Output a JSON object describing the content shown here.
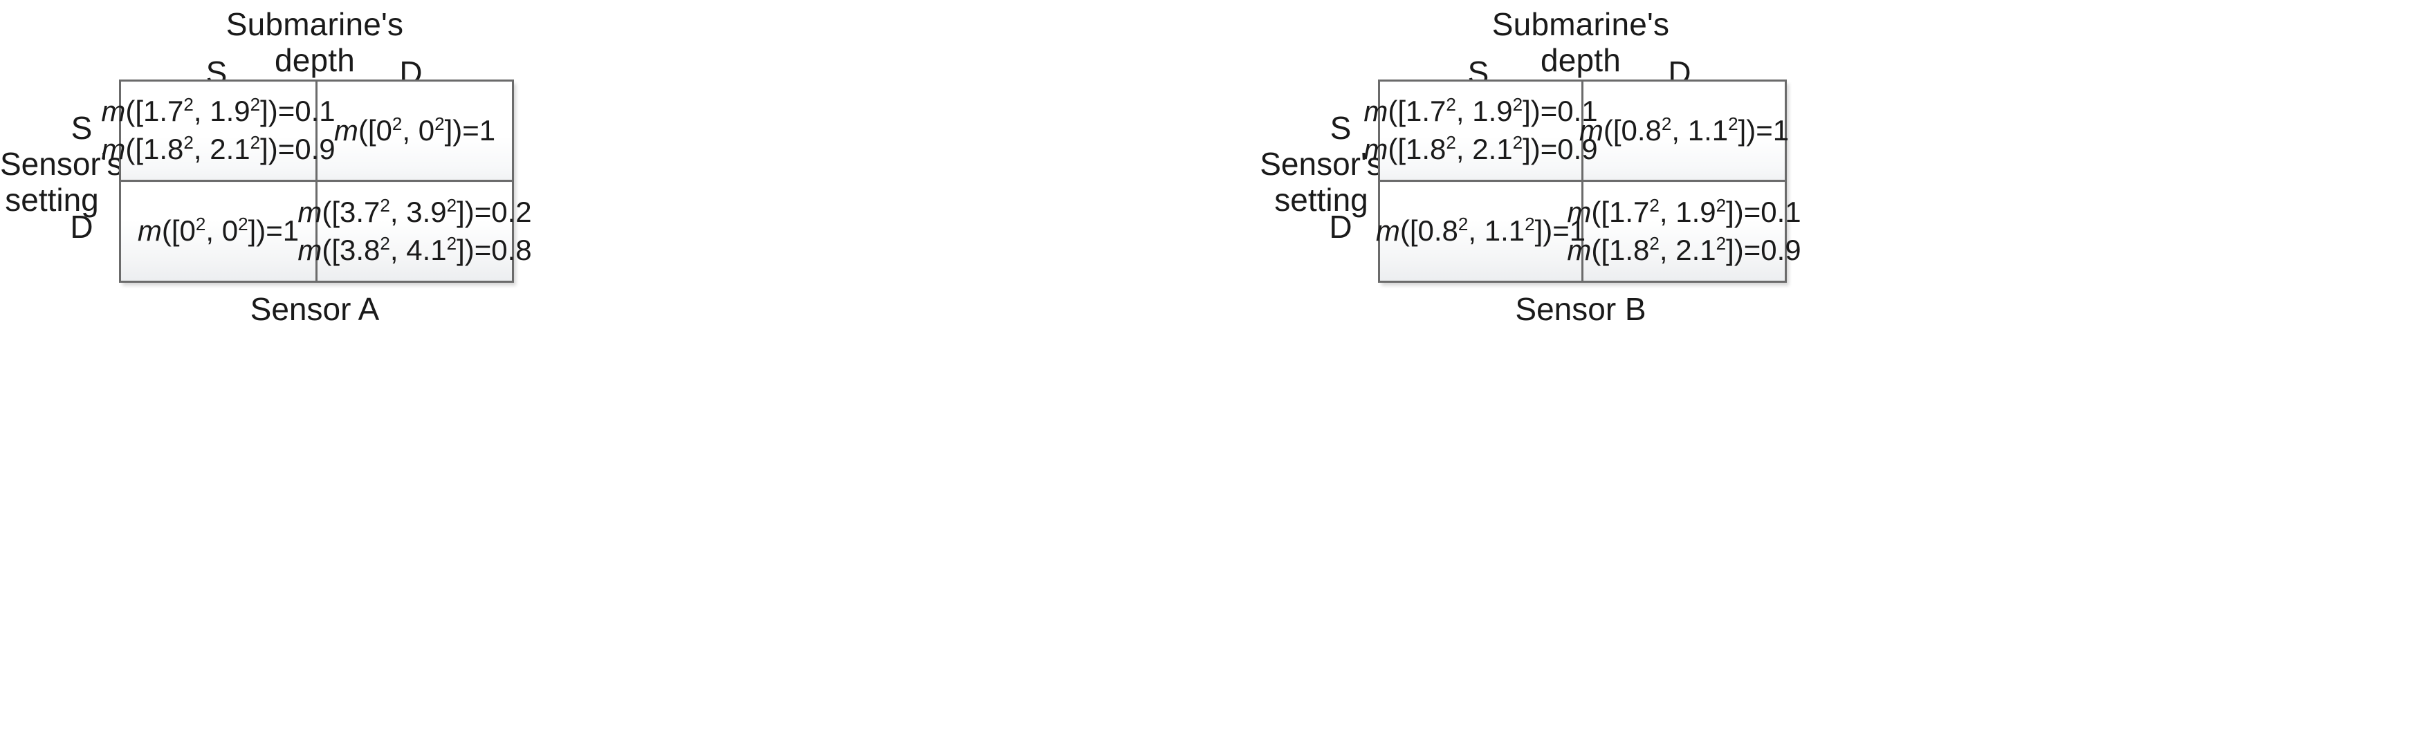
{
  "panels": [
    {
      "id": "sensor-a",
      "top_title": "Submarine's\ndepth",
      "side_title": "Sensor's\nsetting",
      "caption": "Sensor A",
      "col_headers": [
        "S",
        "D"
      ],
      "row_headers": [
        "S",
        "D"
      ],
      "cells": [
        [
          {
            "lines": [
              {
                "fn": "m",
                "interval": "([1.7",
                "e1": "2",
                "mid": ", 1.9",
                "e2": "2",
                "tail": "])=0.1"
              },
              {
                "fn": "m",
                "interval": "([1.8",
                "e1": "2",
                "mid": ", 2.1",
                "e2": "2",
                "tail": "])=0.9"
              }
            ]
          },
          {
            "lines": [
              {
                "fn": "m",
                "interval": "([0",
                "e1": "2",
                "mid": ", 0",
                "e2": "2",
                "tail": "])=1"
              }
            ]
          }
        ],
        [
          {
            "lines": [
              {
                "fn": "m",
                "interval": "([0",
                "e1": "2",
                "mid": ", 0",
                "e2": "2",
                "tail": "])=1"
              }
            ]
          },
          {
            "lines": [
              {
                "fn": "m",
                "interval": "([3.7",
                "e1": "2",
                "mid": ", 3.9",
                "e2": "2",
                "tail": "])=0.2"
              },
              {
                "fn": "m",
                "interval": "([3.8",
                "e1": "2",
                "mid": ", 4.1",
                "e2": "2",
                "tail": "])=0.8"
              }
            ]
          }
        ]
      ]
    },
    {
      "id": "sensor-b",
      "top_title": "Submarine's\ndepth",
      "side_title": "Sensor's\nsetting",
      "caption": "Sensor B",
      "col_headers": [
        "S",
        "D"
      ],
      "row_headers": [
        "S",
        "D"
      ],
      "cells": [
        [
          {
            "lines": [
              {
                "fn": "m",
                "interval": "([1.7",
                "e1": "2",
                "mid": ", 1.9",
                "e2": "2",
                "tail": "])=0.1"
              },
              {
                "fn": "m",
                "interval": "([1.8",
                "e1": "2",
                "mid": ", 2.1",
                "e2": "2",
                "tail": "])=0.9"
              }
            ]
          },
          {
            "lines": [
              {
                "fn": "m",
                "interval": "([0.8",
                "e1": "2",
                "mid": ", 1.1",
                "e2": "2",
                "tail": "])=1"
              }
            ]
          }
        ],
        [
          {
            "lines": [
              {
                "fn": "m",
                "interval": "([0.8",
                "e1": "2",
                "mid": ", 1.1",
                "e2": "2",
                "tail": "])=1"
              }
            ]
          },
          {
            "lines": [
              {
                "fn": "m",
                "interval": "([1.7",
                "e1": "2",
                "mid": ", 1.9",
                "e2": "2",
                "tail": "])=0.1"
              },
              {
                "fn": "m",
                "interval": "([1.8",
                "e1": "2",
                "mid": ", 2.1",
                "e2": "2",
                "tail": "])=0.9"
              }
            ]
          }
        ]
      ]
    }
  ],
  "colors": {
    "border": "#6b6b6b",
    "text": "#1a1a1a",
    "cell_top": "#ffffff",
    "cell_bottom": "#eceef0",
    "page_background": "#ffffff"
  }
}
